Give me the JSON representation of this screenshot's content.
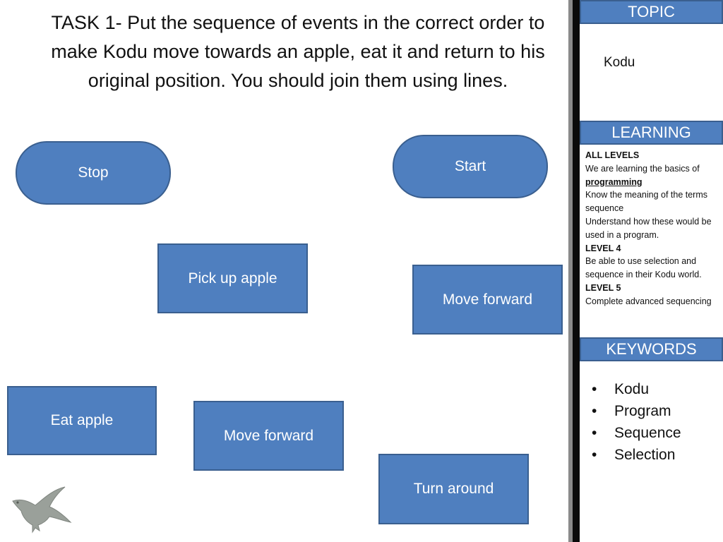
{
  "task": {
    "title": "TASK 1- Put the sequence of events in the correct order to make Kodu move towards an apple, eat it and return to his original position. You should join them using lines."
  },
  "shapes": {
    "stop": "Stop",
    "start": "Start",
    "pick_up_apple": "Pick up apple",
    "move_forward_1": "Move forward",
    "eat_apple": "Eat apple",
    "move_forward_2": "Move forward",
    "turn_around": "Turn around"
  },
  "sidebar": {
    "topic_header": "TOPIC",
    "topic_value": "Kodu",
    "learning_header": "LEARNING",
    "learning": {
      "all_levels": "ALL LEVELS",
      "line1": "We are learning the basics of",
      "line1_emph": "programming",
      "line2": "Know the meaning of the terms sequence",
      "line3": "Understand how these would be used in a program.",
      "level4": "LEVEL 4",
      "line4": "Be able to use selection and sequence in their Kodu world.",
      "level5": "LEVEL 5",
      "line5": "Complete advanced sequencing"
    },
    "keywords_header": "KEYWORDS",
    "keywords": [
      "Kodu",
      "Program",
      "Sequence",
      "Selection"
    ],
    "bullet": "•"
  },
  "logo": {
    "icon": "eagle-icon"
  },
  "colors": {
    "shape_fill": "#4f7fbf",
    "shape_border": "#3a5f8f",
    "panel_border": "#0a0a0a"
  }
}
